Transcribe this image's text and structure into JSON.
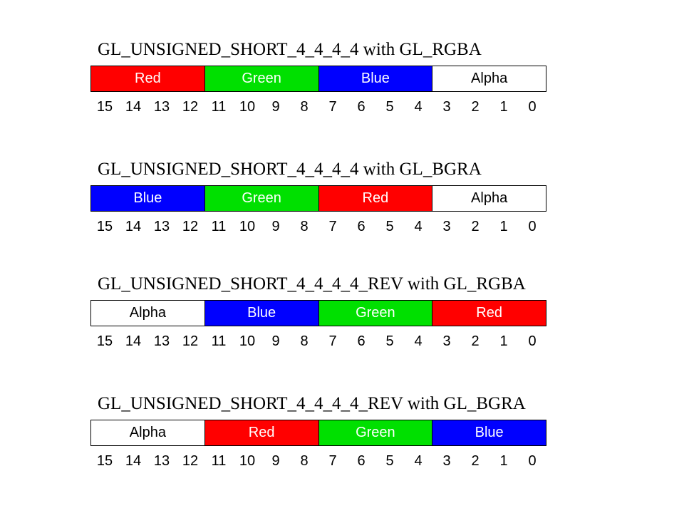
{
  "bit_labels": [
    "15",
    "14",
    "13",
    "12",
    "11",
    "10",
    "9",
    "8",
    "7",
    "6",
    "5",
    "4",
    "3",
    "2",
    "1",
    "0"
  ],
  "colors": {
    "red": "#ff0000",
    "green": "#00e000",
    "blue": "#0000ff",
    "alpha": "#ffffff"
  },
  "diagrams": [
    {
      "title": "GL_UNSIGNED_SHORT_4_4_4_4 with GL_RGBA",
      "fields": [
        {
          "label": "Red",
          "color": "#ff0000",
          "text_color": "#ffffff"
        },
        {
          "label": "Green",
          "color": "#00e000",
          "text_color": "#ffffff"
        },
        {
          "label": "Blue",
          "color": "#0000ff",
          "text_color": "#ffffff"
        },
        {
          "label": "Alpha",
          "color": "#ffffff",
          "text_color": "#000000"
        }
      ]
    },
    {
      "title": "GL_UNSIGNED_SHORT_4_4_4_4 with GL_BGRA",
      "fields": [
        {
          "label": "Blue",
          "color": "#0000ff",
          "text_color": "#ffffff"
        },
        {
          "label": "Green",
          "color": "#00e000",
          "text_color": "#ffffff"
        },
        {
          "label": "Red",
          "color": "#ff0000",
          "text_color": "#ffffff"
        },
        {
          "label": "Alpha",
          "color": "#ffffff",
          "text_color": "#000000"
        }
      ]
    },
    {
      "title": "GL_UNSIGNED_SHORT_4_4_4_4_REV with GL_RGBA",
      "fields": [
        {
          "label": "Alpha",
          "color": "#ffffff",
          "text_color": "#000000"
        },
        {
          "label": "Blue",
          "color": "#0000ff",
          "text_color": "#ffffff"
        },
        {
          "label": "Green",
          "color": "#00e000",
          "text_color": "#ffffff"
        },
        {
          "label": "Red",
          "color": "#ff0000",
          "text_color": "#ffffff"
        }
      ]
    },
    {
      "title": "GL_UNSIGNED_SHORT_4_4_4_4_REV with GL_BGRA",
      "fields": [
        {
          "label": "Alpha",
          "color": "#ffffff",
          "text_color": "#000000"
        },
        {
          "label": "Red",
          "color": "#ff0000",
          "text_color": "#ffffff"
        },
        {
          "label": "Green",
          "color": "#00e000",
          "text_color": "#ffffff"
        },
        {
          "label": "Blue",
          "color": "#0000ff",
          "text_color": "#ffffff"
        }
      ]
    }
  ]
}
